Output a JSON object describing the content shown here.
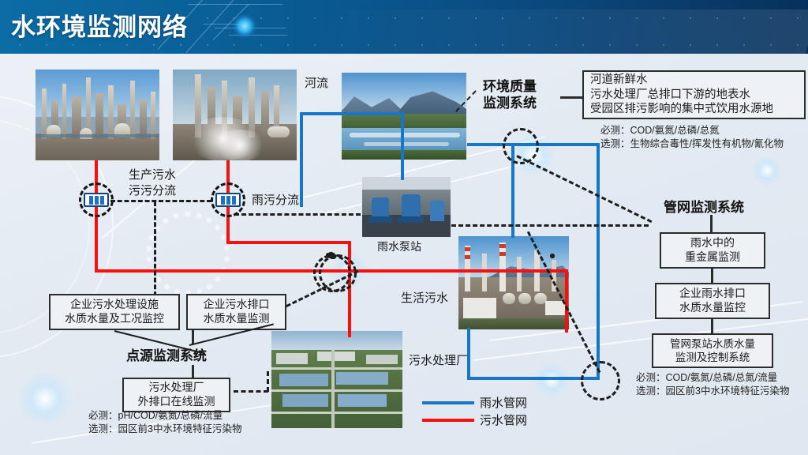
{
  "header": {
    "title": "水环境监测网络"
  },
  "systems": {
    "environment": "环境质量\n监测系统",
    "pipeline": "管网监测系统",
    "point_source": "点源监测系统"
  },
  "boxes": {
    "env_targets": "河道新鲜水\n污水处理厂总排口下游的地表水\n受园区排污影响的集中式饮用水源地",
    "rain_metal": "雨水中的\n重金属监测",
    "ent_rain_outlet": "企业雨水排口\n水质水量监控",
    "pipe_pump": "管网泵站水质水量\n监测及控制系统",
    "ent_facility": "企业污水处理设施\n水质水量及工况监控",
    "ent_outlet": "企业污水排口\n水质水量监测",
    "wwtp_outlet": "污水处理厂\n外排口在线监测"
  },
  "notes": {
    "env": "必测：COD/氨氮/总磷/总氮\n选测：生物综合毒性/挥发性有机物/氰化物",
    "pipeline": "必测：COD/氨氮/总磷/总氮/流量\n选测：园区前3中水环境特征污染物",
    "point_source": "必测：pH/COD/氨氮/总磷/流量\n选测：园区前3中水环境特征污染物"
  },
  "labels": {
    "river": "河流",
    "production_wastewater": "生产污水\n污污分流",
    "rain_sewage_split": "雨污分流",
    "rain_pump": "雨水泵站",
    "domestic_sewage": "生活污水",
    "wwtp": "污水处理厂"
  },
  "legend": {
    "items": [
      {
        "label": "雨水管网",
        "color": "#1777c4"
      },
      {
        "label": "污水管网",
        "color": "#fb0e0e"
      }
    ]
  },
  "colors": {
    "rain_pipe": "#1777c4",
    "sewage_pipe": "#fb0e0e",
    "header_start": "#0c6ca5",
    "header_end": "#07315c",
    "box_border": "#2b2b2b"
  }
}
